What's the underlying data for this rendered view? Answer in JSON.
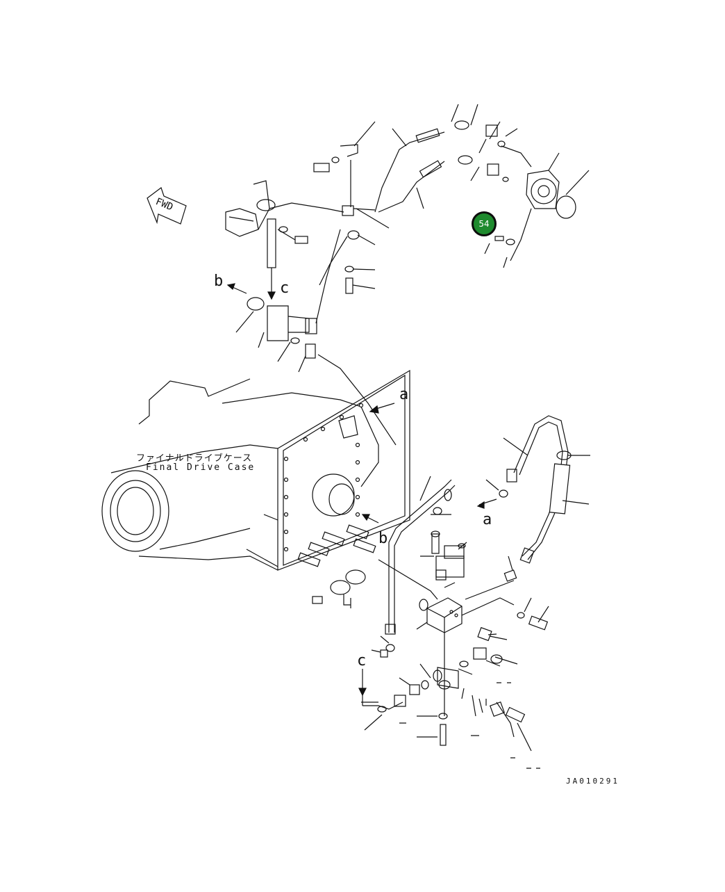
{
  "diagram": {
    "fwd_label": "FWD",
    "case_label_jp": "ファイナルドライブケース",
    "case_label_en": "Final Drive Case",
    "ref_a_top": "a",
    "ref_a_right": "a",
    "ref_b_left": "b",
    "ref_b_right": "b",
    "ref_c_top": "c",
    "ref_c_bottom": "c",
    "drawing_number": "JA010291"
  },
  "callouts": [
    {
      "id": "54",
      "label": "54",
      "color": "#1e8a2e"
    }
  ]
}
